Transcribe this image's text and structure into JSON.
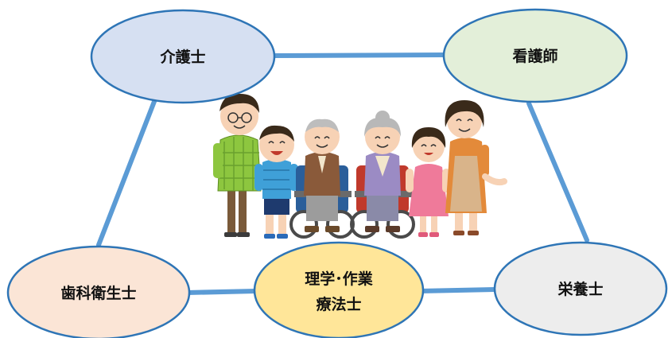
{
  "diagram": {
    "nodes": {
      "careworker": {
        "label": "介護士",
        "fill": "#d6e0f2"
      },
      "nurse": {
        "label": "看護師",
        "fill": "#e3efd9"
      },
      "hygienist": {
        "label": "歯科衛生士",
        "fill": "#fbe5d6"
      },
      "therapist": {
        "line1": "理学･作業",
        "line2": "療法士",
        "fill": "#ffe699"
      },
      "dietitian": {
        "label": "栄養士",
        "fill": "#ededed"
      }
    },
    "colors": {
      "connector": "#5b9bd5",
      "node_outline": "#2e75b6"
    },
    "illustration": {
      "subject": "family-with-elderly-in-wheelchairs"
    }
  }
}
